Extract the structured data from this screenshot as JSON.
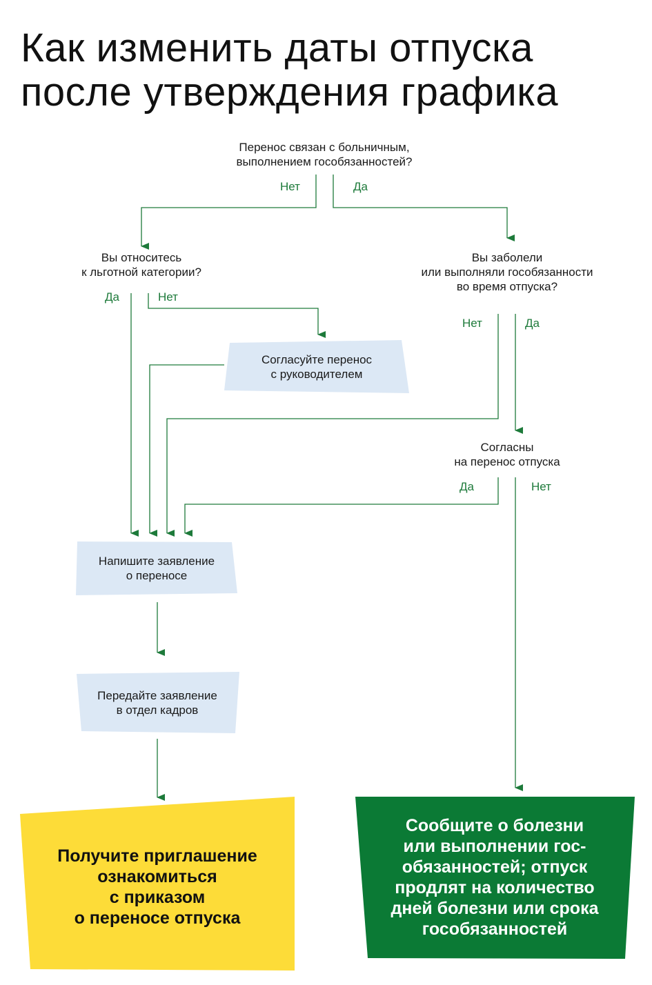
{
  "title": [
    "Как изменить даты отпуска",
    "после утверждения графика"
  ],
  "questions": {
    "q1": [
      "Перенос связан с больничным,",
      "выполнением гособязанностей?"
    ],
    "q2": [
      "Вы относитесь",
      "к льготной категории?"
    ],
    "q3": [
      "Вы заболели",
      "или выполняли гособязанности",
      "во время отпуска?"
    ],
    "q4": [
      "Согласны",
      "на перенос отпуска"
    ]
  },
  "labels": {
    "q1_no": "Нет",
    "q1_yes": "Да",
    "q2_yes": "Да",
    "q2_no": "Нет",
    "q3_no": "Нет",
    "q3_yes": "Да",
    "q4_yes": "Да",
    "q4_no": "Нет"
  },
  "boxes": {
    "agree_manager": [
      "Согласуйте перенос",
      "с руководителем"
    ],
    "write_application": [
      "Напишите заявление",
      "о переносе"
    ],
    "submit_hr": [
      "Передайте заявление",
      "в отдел кадров"
    ]
  },
  "finals": {
    "invitation": [
      "Получите приглашение",
      "ознакомиться",
      "с приказом",
      "о переносе отпуска"
    ],
    "report": [
      "Сообщите о болезни",
      "или выполнении гос-",
      "обязанностей; отпуск",
      "продлят на количество",
      "дней болезни или срока",
      "гособязанностей"
    ]
  },
  "colors": {
    "arrow": "#1d7a3a",
    "box": "#dce8f5",
    "yellow": "#fddc38",
    "green": "#0b7a35"
  }
}
